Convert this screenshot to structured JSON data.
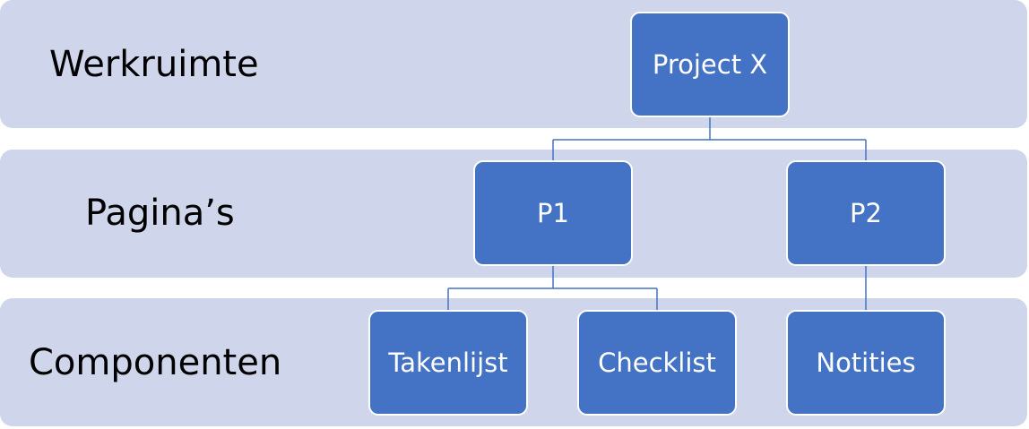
{
  "levels": [
    {
      "label": "Werkruimte"
    },
    {
      "label": "Pagina’s"
    },
    {
      "label": "Componenten"
    }
  ],
  "nodes": {
    "root": "Project X",
    "p1": "P1",
    "p2": "P2",
    "c1": "Takenlijst",
    "c2": "Checklist",
    "c3": "Notities"
  },
  "colors": {
    "band": "#cfd5ea",
    "node": "#4472c4",
    "connector": "#4472c4"
  }
}
